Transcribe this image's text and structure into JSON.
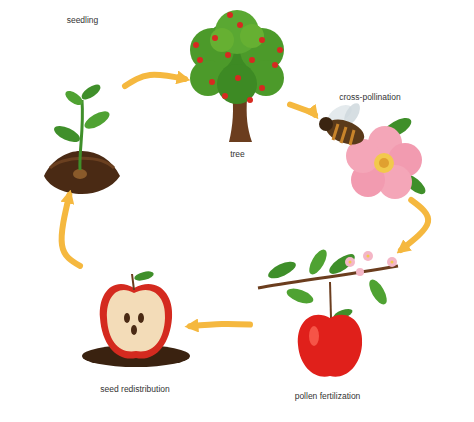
{
  "diagram": {
    "nodes": [
      {
        "text": [
          "seedling"
        ]
      },
      {
        "text": [
          "tree"
        ]
      },
      {
        "text": [
          "cross-pollination"
        ]
      },
      {
        "text": [
          "pollen fertilization"
        ]
      },
      {
        "text": [
          "seed redistribution"
        ]
      }
    ],
    "edges": [
      {
        "from": 0,
        "to": 1,
        "arrow": "to"
      },
      {
        "from": 1,
        "to": 2,
        "arrow": "to"
      },
      {
        "from": 2,
        "to": 3,
        "arrow": "to"
      },
      {
        "from": 3,
        "to": 4,
        "arrow": "to"
      },
      {
        "from": 4,
        "to": 0,
        "arrow": "to"
      }
    ]
  }
}
